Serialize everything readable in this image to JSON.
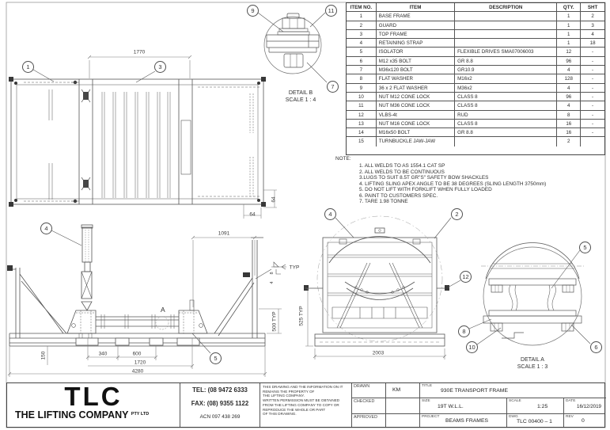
{
  "parts_table": {
    "headers": {
      "no": "ITEM NO.",
      "item": "ITEM",
      "desc": "DESCRIPTION",
      "qty": "QTY.",
      "sht": "SHT"
    },
    "rows": [
      {
        "no": "1",
        "item": "BASE FRAME",
        "desc": "",
        "qty": "1",
        "sht": "2"
      },
      {
        "no": "2",
        "item": "GUARD",
        "desc": "",
        "qty": "1",
        "sht": "3"
      },
      {
        "no": "3",
        "item": "TOP FRAME",
        "desc": "",
        "qty": "1",
        "sht": "4"
      },
      {
        "no": "4",
        "item": "RETAINING STRAP",
        "desc": "",
        "qty": "1",
        "sht": "18"
      },
      {
        "no": "5",
        "item": "ISOLATOR",
        "desc": "FLEXIBLE DRIVES SMA07006003",
        "qty": "12",
        "sht": "-"
      },
      {
        "no": "6",
        "item": "M12 x35 BOLT",
        "desc": "GR 8.8",
        "qty": "96",
        "sht": "-"
      },
      {
        "no": "7",
        "item": "M36x120 BOLT",
        "desc": "GR10.9",
        "qty": "4",
        "sht": "-"
      },
      {
        "no": "8",
        "item": "FLAT WASHER",
        "desc": "M16x2",
        "qty": "128",
        "sht": "-"
      },
      {
        "no": "9",
        "item": "36 x 2  FLAT WASHER",
        "desc": "M36x2",
        "qty": "4",
        "sht": "-"
      },
      {
        "no": "10",
        "item": "NUT M12 CONE LOCK",
        "desc": "CLASS 8",
        "qty": "96",
        "sht": "-"
      },
      {
        "no": "11",
        "item": "NUT M36 CONE LOCK",
        "desc": "CLASS 8",
        "qty": "4",
        "sht": "-"
      },
      {
        "no": "12",
        "item": "VLBS-4t",
        "desc": "RUD",
        "qty": "8",
        "sht": "-"
      },
      {
        "no": "13",
        "item": "NUT M16 CONE LOCK",
        "desc": "CLASS 8",
        "qty": "16",
        "sht": "-"
      },
      {
        "no": "14",
        "item": "M16x50 BOLT",
        "desc": "GR 8.8",
        "qty": "16",
        "sht": "-"
      },
      {
        "no": "15",
        "item": "TURNBUCKLE JAW-JAW",
        "desc": "",
        "qty": "2",
        "sht": ""
      }
    ]
  },
  "notes": {
    "heading": "NOTE:",
    "items": [
      "1. ALL WELDS TO AS 1554.1 CAT SP",
      "2. ALL WELDS TO BE CONTINUOUS",
      "3.LUGS TO SUIT 8.5T GR\"S\" SAFETY BOW SHACKLES",
      "4. LIFTING SLING APEX ANGLE TO BE 38 DEGREES (SLING LENGTH 3750mm)",
      "5. DO NOT LIFT WITH FORKLIFT WHEN FULLY LOADED",
      "6. PAINT TO CUSTOMERS SPEC.",
      "7. TARE 1.98 TONNE"
    ]
  },
  "details": {
    "b_title": "DETAIL B",
    "b_scale": "SCALE 1 : 4",
    "a_title": "DETAIL A",
    "a_scale": "SCALE 1 : 3"
  },
  "elevation_label": "A",
  "dimensions": {
    "plan_width": "1770",
    "plan_offset_h": "64",
    "plan_offset_v": "64",
    "elev_top": "1091",
    "elev_height": "500 TYP",
    "elev_pad_height": "150",
    "elev_340": "340",
    "elev_600": "600",
    "elev_1720": "1720",
    "elev_overall": "4280",
    "end_height": "525 TYP",
    "end_width": "2003",
    "weld_8": "8",
    "weld_4": "4",
    "weld_typ": "TYP"
  },
  "balloons": {
    "plan_1": "1",
    "plan_3": "3",
    "db_9": "9",
    "db_11": "11",
    "db_7": "7",
    "elev_4": "4",
    "elev_5": "5",
    "end_4": "4",
    "end_2": "2",
    "end_12": "12",
    "da_5": "5",
    "da_8": "8",
    "da_10": "10",
    "da_6": "6"
  },
  "title_block": {
    "company": {
      "logo": "TLC",
      "name": "THE LIFTING COMPANY",
      "suffix": "PTY LTD"
    },
    "contact": {
      "tel": "TEL: (08 9472 6333",
      "fax": "FAX: (08) 9355 1122",
      "acn": "ACN 097 438 269"
    },
    "legal_lines": [
      "THIS DRAWING AND THE INFORMATION ON IT",
      "REMAINS THE PROPERTY OF",
      "THE LIFTING COMPANY.",
      "WRITTEN PERMISSION MUST BE OBTAINED",
      "FROM THE LIFTING COMPANY TO COPY OR",
      "REPRODUCE THE WHOLE OR PART",
      "OF THIS DRAWING."
    ],
    "fields": {
      "drawn_label": "DRAWN",
      "drawn_value": "KM",
      "checked_label": "CHECKED",
      "checked_value": "",
      "approved_label": "APPROVED",
      "approved_value": "",
      "title_label": "TITLE",
      "title_value": "930E TRANSPORT FRAME",
      "size_label": "SIZE",
      "size_value": "19T W.L.L.",
      "scale_label": "SCALE",
      "scale_value": "1:25",
      "date_label": "DATE",
      "date_value": "16/12/2019",
      "project_label": "PROJECT",
      "project_value": "BEAMS FRAMES",
      "dwg_label": "DWG",
      "dwg_value": "TLC 00400 – 1",
      "rev_label": "REV",
      "rev_value": "0"
    }
  }
}
